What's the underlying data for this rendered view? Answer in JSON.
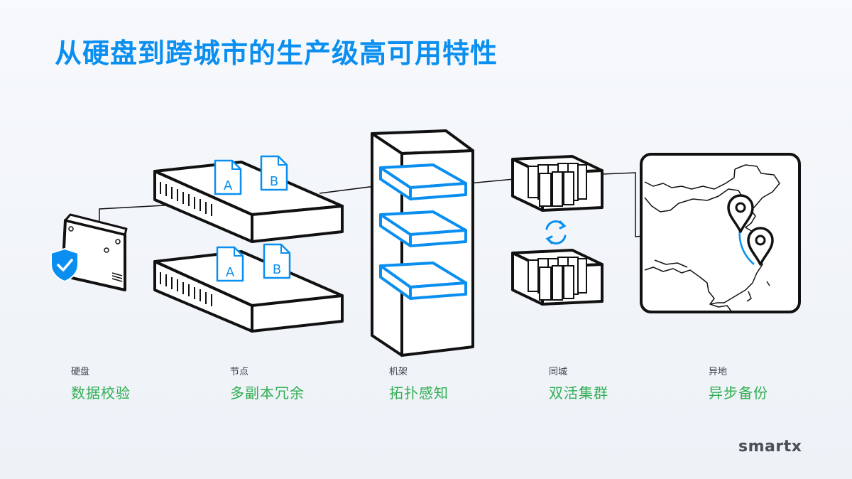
{
  "title": "从硬盘到跨城市的生产级高可用特性",
  "stages": [
    {
      "label": "硬盘",
      "feature": "数据校验"
    },
    {
      "label": "节点",
      "feature": "多副本冗余"
    },
    {
      "label": "机架",
      "feature": "拓扑感知"
    },
    {
      "label": "同城",
      "feature": "双活集群"
    },
    {
      "label": "异地",
      "feature": "异步备份"
    }
  ],
  "file_labels": {
    "a": "A",
    "b": "B"
  },
  "brand": "smartx",
  "colors": {
    "accent": "#0a8ff0",
    "green": "#2fae52",
    "ink": "#111111"
  }
}
